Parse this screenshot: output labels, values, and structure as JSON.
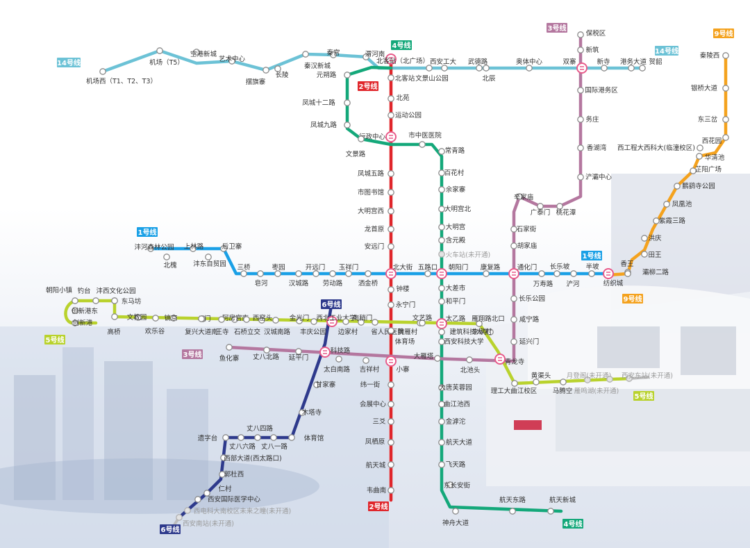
{
  "line_colors": {
    "L1": "#1aa0e6",
    "L2": "#e0262b",
    "L3": "#b4779f",
    "L4": "#14a87a",
    "L5": "#b9d22d",
    "L6": "#2e3a8c",
    "L9": "#f4a21e",
    "L14": "#6cc2d6"
  },
  "line_tags": {
    "l14_a": "14号线",
    "l14_b": "14号线",
    "l4_top": "4号线",
    "l2_top": "2号线",
    "l3_top": "3号线",
    "l9_top": "9号线",
    "l1_left": "1号线",
    "l1_right": "1号线",
    "l6_top": "6号线",
    "l5_left": "5号线",
    "l3_left": "3号线",
    "l9_right": "9号线",
    "l5_right": "5号线",
    "l2_bottom": "2号线",
    "l4_bottom": "4号线",
    "l6_bottom": "6号线"
  },
  "stations": {
    "s001": "机场西（T1、T2、T3）",
    "s002": "机场（T5）",
    "s003": "空港新城",
    "s004": "艺术中心",
    "s005": "摆旗寨",
    "s006": "长陵",
    "s007": "秦汉新城",
    "s008": "秦宫",
    "s009": "元朔路",
    "s010": "渭河南",
    "s011": "北客站（北广场）",
    "s012": "北客站",
    "s013": "西安工大",
    "s014": "文景山公园",
    "s015": "武德路",
    "s016": "北辰",
    "s017": "奥体中心",
    "s018": "双寨",
    "s019": "新寺",
    "s020": "港务大道",
    "s021": "贺韶",
    "s022": "保税区",
    "s023": "新筑",
    "s024": "国际港务区",
    "s025": "务庄",
    "s026": "香湖湾",
    "s027": "浐灞中心",
    "s028": "凤城十二路",
    "s029": "凤城九路",
    "s030": "北苑",
    "s031": "运动公园",
    "s032": "行政中心",
    "s033": "市中医医院",
    "s034": "文景路",
    "s035": "常青路",
    "s036": "凤城五路",
    "s037": "市图书馆",
    "s038": "大明宫西",
    "s039": "龙首原",
    "s040": "安远门",
    "s041": "百花村",
    "s042": "余家寨",
    "s043": "大明宫北",
    "s044": "大明宫",
    "s045": "含元殿",
    "s046": "火车站(未开通)",
    "s047": "秦陵西",
    "s048": "银桥大道",
    "s049": "东三岔",
    "s050": "西花园",
    "s051": "西工程大西科大(临潼校区)",
    "s052": "华清池",
    "s053": "芷阳广场",
    "s054": "鹏鹞寺公园",
    "s055": "凤凰池",
    "s056": "紫霞三路",
    "s057": "洪庆",
    "s058": "田王",
    "s059": "灞柳二路",
    "s060": "辛家庙",
    "s061": "广泰门",
    "s062": "桃花潭",
    "s063": "石家街",
    "s064": "胡家庙",
    "s065": "沣河森林公园",
    "s066": "上林路",
    "s067": "后卫寨",
    "s068": "北槐",
    "s069": "沣东自贸园",
    "s070": "三桥",
    "s071": "皂河",
    "s072": "枣园",
    "s073": "汉城路",
    "s074": "开远门",
    "s075": "劳动路",
    "s076": "玉祥门",
    "s077": "洒金桥",
    "s078": "北大街",
    "s079": "五路口",
    "s080": "朝阳门",
    "s081": "康复路",
    "s082": "通化门",
    "s083": "万寿路",
    "s084": "长乐坡",
    "s085": "浐河",
    "s086": "半坡",
    "s087": "纺织城",
    "s088": "香王",
    "s089": "钟楼",
    "s090": "大差市",
    "s091": "永宁门",
    "s092": "和平门",
    "s093": "长乐公园",
    "s094": "咸宁路",
    "s095": "延兴门",
    "s096": "朝阳小镇",
    "s097": "钓台",
    "s098": "沣西文化公园",
    "s099": "创新港东",
    "s100": "创新港",
    "s101": "东马坊",
    "s102": "文教园",
    "s103": "镐京",
    "s104": "斗门",
    "s105": "阿房宫南",
    "s106": "西窑头",
    "s107": "高桥",
    "s108": "欢乐谷",
    "s109": "复兴大道南",
    "s110": "王寺",
    "s111": "石桥立交",
    "s112": "汉城南路",
    "s113": "金光门",
    "s114": "丰庆公园",
    "s115": "西北工业大学",
    "s116": "边家村",
    "s117": "南稍门",
    "s118": "省人民医院",
    "s119": "黄雁村",
    "s120": "文艺路",
    "s121": "体育场",
    "s122": "太乙路",
    "s123": "建筑科技大学",
    "s124": "西安科技大学",
    "s125": "雁翔路北口",
    "s126": "李家村",
    "s127": "鱼化寨",
    "s128": "丈八北路",
    "s129": "延平门",
    "s130": "科技路",
    "s131": "太白南路",
    "s132": "吉祥村",
    "s133": "小寨",
    "s134": "大雁塔",
    "s135": "北池头",
    "s136": "青龙寺",
    "s137": "甘家寨",
    "s138": "纬一街",
    "s139": "大唐芙蓉园",
    "s140": "黄渠头",
    "s141": "理工大曲江校区",
    "s142": "马腾空",
    "s143": "月登阁(未开通)",
    "s144": "雁鸣湖(未开通)",
    "s145": "西安东站(未开通)",
    "s146": "会展中心",
    "s147": "曲江池西",
    "s148": "木塔寺",
    "s149": "三爻",
    "s150": "金滹沱",
    "s151": "丈八四路",
    "s152": "遗字台",
    "s153": "丈八六路",
    "s154": "丈八一路",
    "s155": "体育馆",
    "s156": "西部大道(西太路口)",
    "s157": "凤栖原",
    "s158": "航天大道",
    "s159": "郭杜西",
    "s160": "航天城",
    "s161": "飞天路",
    "s162": "仁村",
    "s163": "西安国际医学中心",
    "s164": "韦曲南",
    "s165": "东长安街",
    "s166": "航天东路",
    "s167": "航天新城",
    "s168": "西电科大南校区未来之瞳(未开通)",
    "s169": "神舟大道",
    "s170": "西安南站(未开通)"
  }
}
